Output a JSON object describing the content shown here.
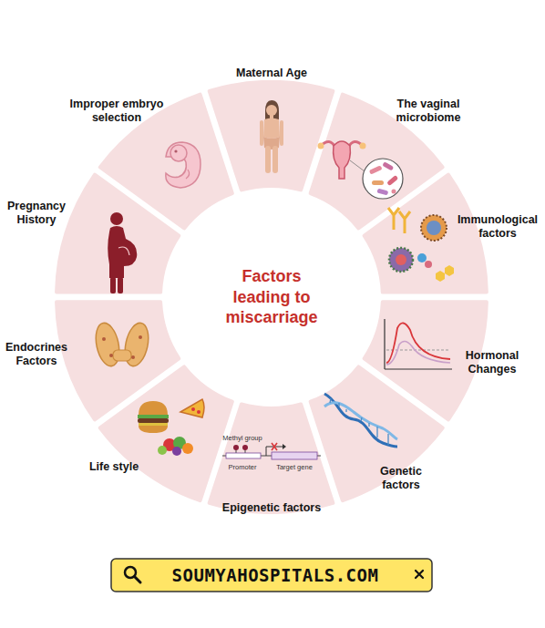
{
  "diagram": {
    "nodes": [
      {
        "text": [
          "Factors leading to miscarriage"
        ]
      },
      {
        "text": [
          "Maternal Age"
        ]
      },
      {
        "text": [
          "The vaginal microbiome"
        ]
      },
      {
        "text": [
          "Immunological factors"
        ]
      },
      {
        "text": [
          "Hormonal Changes"
        ]
      },
      {
        "text": [
          "Genetic factors"
        ]
      },
      {
        "text": [
          "Epigenetic factors"
        ]
      },
      {
        "text": [
          "Life style"
        ]
      },
      {
        "text": [
          "Endocrines Factors"
        ]
      },
      {
        "text": [
          "Pregnancy History"
        ]
      },
      {
        "text": [
          "Improper embryo selection"
        ]
      }
    ],
    "labels": [
      "Methyl group",
      "Promoter",
      "Target gene",
      "SOUMYAHOSPITALS.COM"
    ]
  }
}
